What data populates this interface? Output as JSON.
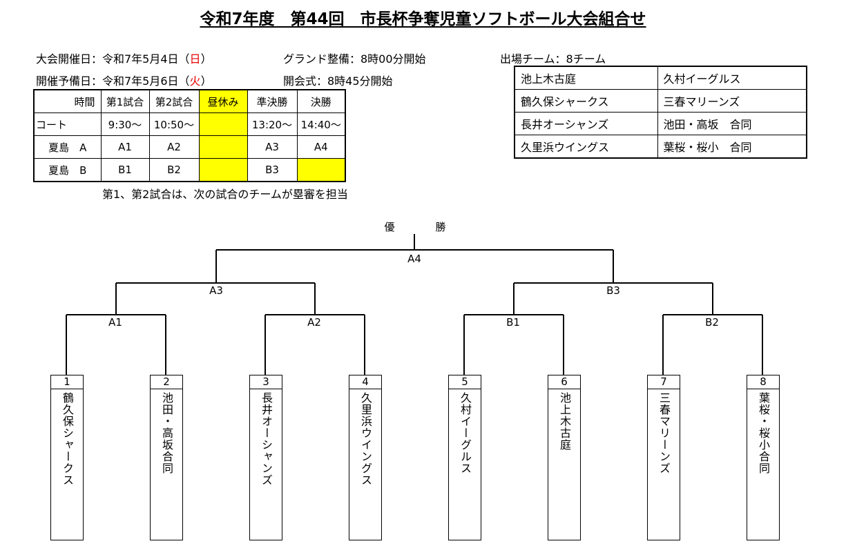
{
  "title": "令和7年度　第44回　市長杯争奪児童ソフトボール大会組合せ",
  "info": {
    "event_date_prefix": "大会開催日：令和7年5月4日（",
    "event_date_day": "日",
    "event_date_suffix": "）",
    "reserve_date_prefix": "開催予備日：令和7年5月6日（",
    "reserve_date_day": "火",
    "reserve_date_suffix": "）",
    "ground": "グランド整備：8時00分開始",
    "opening": "開会式：8時45分開始",
    "teams_count": "出場チーム：8チーム"
  },
  "schedule": {
    "header": [
      "時間",
      "第1試合",
      "第2試合",
      "昼休み",
      "準決勝",
      "決勝"
    ],
    "court_label": "コート",
    "times": [
      "9:30～",
      "10:50～",
      "",
      "13:20～",
      "14:40～"
    ],
    "rows": [
      {
        "court": "夏島　A",
        "cells": [
          "A1",
          "A2",
          "",
          "A3",
          "A4"
        ]
      },
      {
        "court": "夏島　B",
        "cells": [
          "B1",
          "B2",
          "",
          "B3",
          ""
        ]
      }
    ],
    "note": "第1、第2試合は、次の試合のチームが塁審を担当"
  },
  "teams": [
    [
      "池上木古庭",
      "久村イーグルス"
    ],
    [
      "鶴久保シャークス",
      "三春マリーンズ"
    ],
    [
      "長井オーシャンズ",
      "池田・高坂　合同"
    ],
    [
      "久里浜ウイングス",
      "葉桜・桜小　合同"
    ]
  ],
  "bracket": {
    "champion_a": "優",
    "champion_b": "勝",
    "final": "A4",
    "semis": [
      "A3",
      "B3"
    ],
    "firsts": [
      "A1",
      "A2",
      "B1",
      "B2"
    ],
    "entries": [
      {
        "num": "1",
        "name": "鶴久保シャークス"
      },
      {
        "num": "2",
        "name": "池田・高坂合同"
      },
      {
        "num": "3",
        "name": "長井オーシャンズ"
      },
      {
        "num": "4",
        "name": "久里浜ウイングス"
      },
      {
        "num": "5",
        "name": "久村イーグルス"
      },
      {
        "num": "6",
        "name": "池上木古庭"
      },
      {
        "num": "7",
        "name": "三春マリーンズ"
      },
      {
        "num": "8",
        "name": "葉桜・桜小合同"
      }
    ]
  },
  "colors": {
    "highlight": "#ffff00",
    "sunday_red": "#e60000"
  }
}
